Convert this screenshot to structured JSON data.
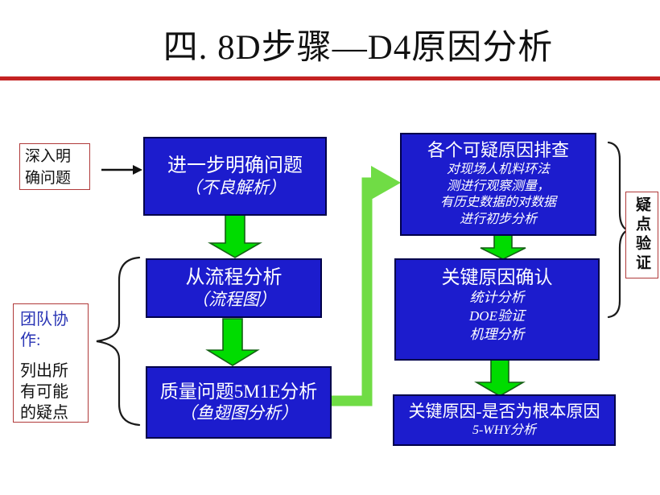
{
  "slide": {
    "title": "四. 8D步骤—D4原因分析"
  },
  "colors": {
    "box-blue": "#1c1ccd",
    "box-border": "#00004a",
    "arrow-green": "#00dc00",
    "arrow-green-dark": "#156015",
    "elbow-green": "#70dc45",
    "rule-red": "#c42222",
    "note-border": "#b03a3a",
    "team-heading-blue": "#2a35b5"
  },
  "flow": {
    "start_note": "深入明确问题",
    "nodes": [
      {
        "title": "进一步明确问题",
        "sub": "（不良解析）"
      },
      {
        "title": "从流程分析",
        "sub": "（流程图）"
      },
      {
        "title": "质量问题5M1E分析",
        "sub": "（鱼翅图分析）"
      },
      {
        "title": "各个可疑原因排查",
        "sub": "对现场人机料环法\n测进行观察测量，\n有历史数据的对数据\n进行初步分析"
      },
      {
        "title": "关键原因确认",
        "sub": "统计分析\nDOE验证\n机理分析"
      },
      {
        "title": "关键原因-是否为根本原因",
        "sub": "5-WHY分析"
      }
    ],
    "team_note": {
      "heading": "团队协作:",
      "body": "列出所有可能的疑点"
    },
    "verify_note": "疑点验证"
  }
}
